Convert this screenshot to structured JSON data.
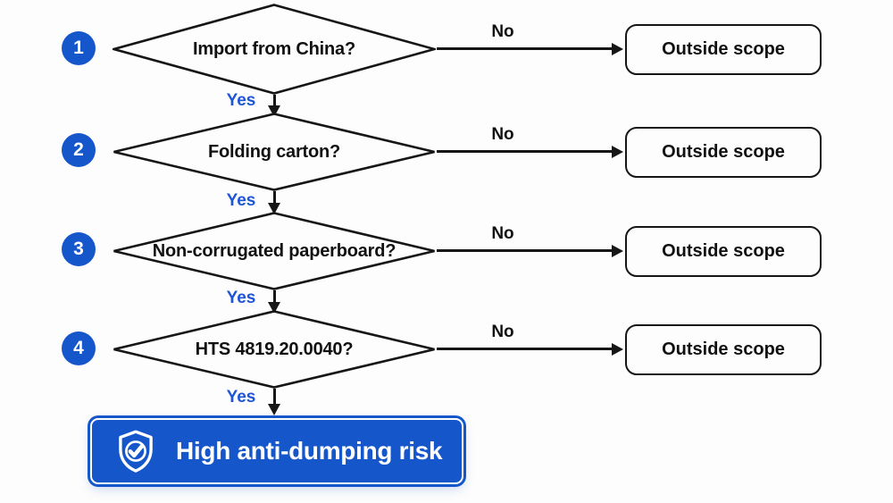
{
  "flow": {
    "steps": [
      {
        "number": "1",
        "question": "Import from China?",
        "yes_label": "Yes",
        "no_label": "No",
        "no_outcome": "Outside scope"
      },
      {
        "number": "2",
        "question": "Folding carton?",
        "yes_label": "Yes",
        "no_label": "No",
        "no_outcome": "Outside scope"
      },
      {
        "number": "3",
        "question": "Non-corrugated paperboard?",
        "yes_label": "Yes",
        "no_label": "No",
        "no_outcome": "Outside scope"
      },
      {
        "number": "4",
        "question": "HTS 4819.20.0040?",
        "yes_label": "Yes",
        "no_label": "No",
        "no_outcome": "Outside scope"
      }
    ],
    "result": {
      "label": "High anti-dumping risk",
      "icon": "shield-check-icon"
    }
  },
  "colors": {
    "accent_blue": "#1557cb",
    "yes_label_blue": "#1e55d6",
    "line_black": "#161616",
    "result_text": "#ffffff"
  }
}
